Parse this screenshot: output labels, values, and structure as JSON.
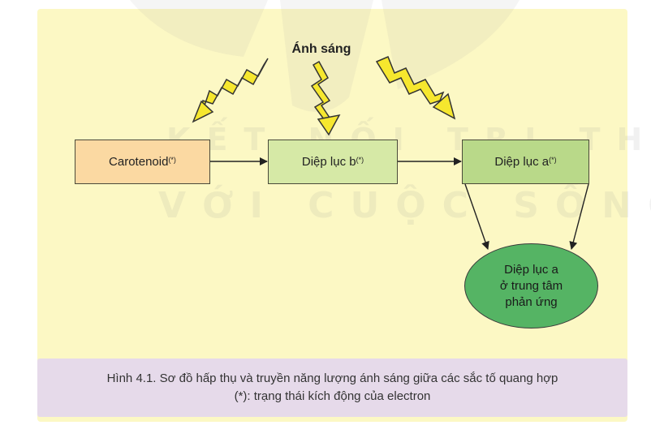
{
  "light_label": "Ánh sáng",
  "watermark": {
    "line1": "KẾT NỐI TRI THỨC",
    "line2": "VỚI CUỘC SỐNG"
  },
  "nodes": {
    "carotenoid": {
      "label": "Carotenoid",
      "mark": "(*)"
    },
    "chlorophyll_b": {
      "label": "Diệp lục b",
      "mark": "(*)"
    },
    "chlorophyll_a": {
      "label": "Diệp lục a",
      "mark": "(*)"
    },
    "reaction_center": {
      "line1": "Diệp lục a",
      "line2": "ở trung tâm",
      "line3": "phản ứng"
    }
  },
  "caption": {
    "line1": "Hình 4.1. Sơ đồ hấp thụ và truyền năng lượng ánh sáng giữa các sắc tố quang hợp",
    "line2": "(*): trạng thái kích động của electron"
  },
  "colors": {
    "panel": "#fcf8c4",
    "carotenoid": "#fbd9a2",
    "chlorophyll_b": "#d6e9a6",
    "chlorophyll_a": "#b9d989",
    "reaction_center": "#55b464",
    "light_bolt": "#f6e72e",
    "caption_bg": "#e6daea"
  }
}
